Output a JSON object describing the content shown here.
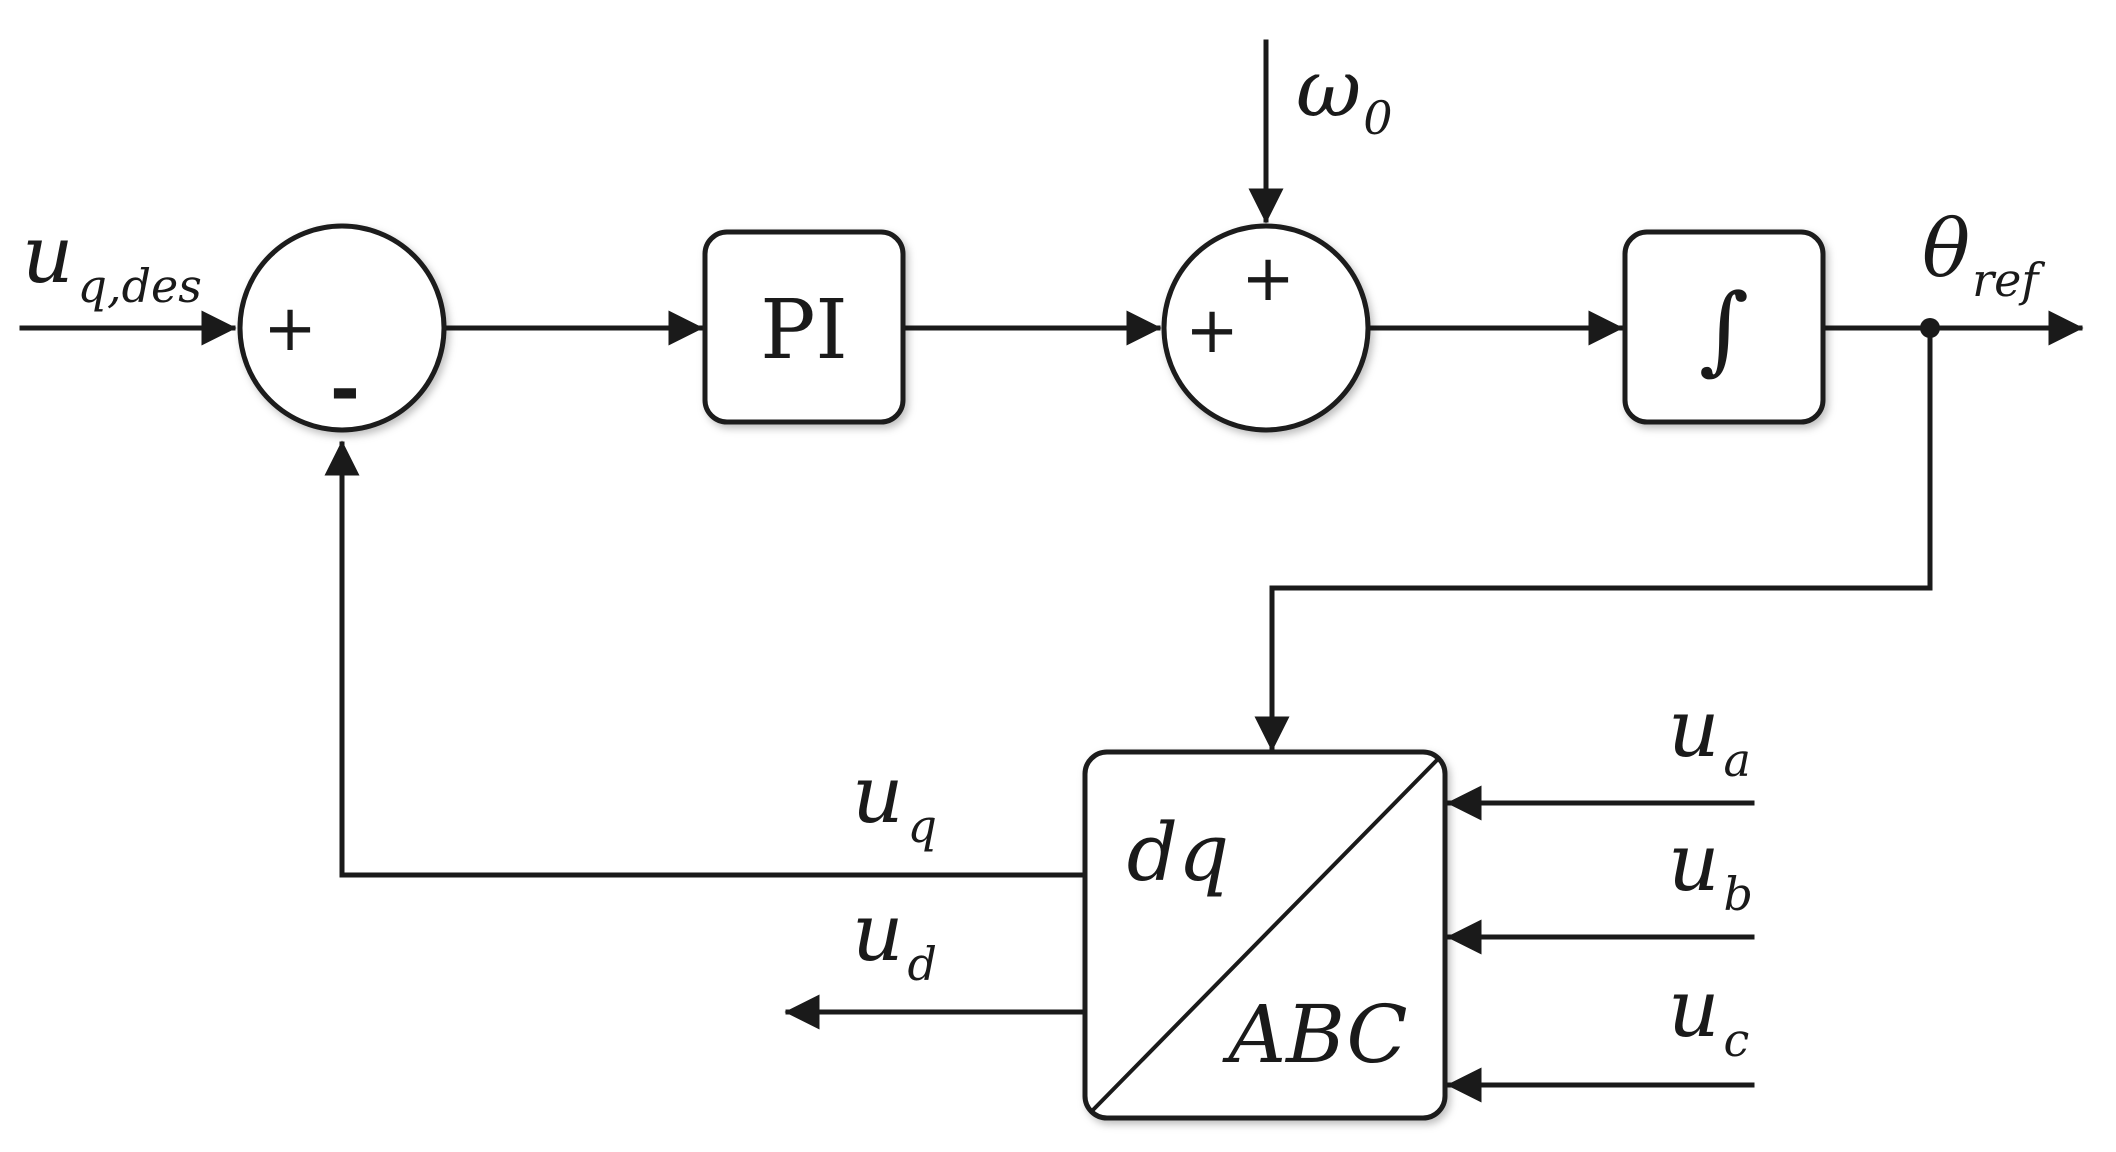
{
  "inputs": {
    "uq_des": {
      "main": "u",
      "sub": "q,des"
    },
    "omega0": {
      "main": "ω",
      "sub": "0"
    },
    "ua": {
      "main": "u",
      "sub": "a"
    },
    "ub": {
      "main": "u",
      "sub": "b"
    },
    "uc": {
      "main": "u",
      "sub": "c"
    }
  },
  "outputs": {
    "theta_ref": {
      "main": "θ",
      "sub": "ref"
    },
    "uq": {
      "main": "u",
      "sub": "q"
    },
    "ud": {
      "main": "u",
      "sub": "d"
    }
  },
  "blocks": {
    "pi": "PI",
    "integrator": "∫",
    "transform_top": "dq",
    "transform_bottom": "ABC"
  },
  "summing1": {
    "plus": "+",
    "minus": "-"
  },
  "summing2": {
    "plus_left": "+",
    "plus_top": "+"
  },
  "colors": {
    "line": "#1a1a1a",
    "background": "#ffffff"
  }
}
